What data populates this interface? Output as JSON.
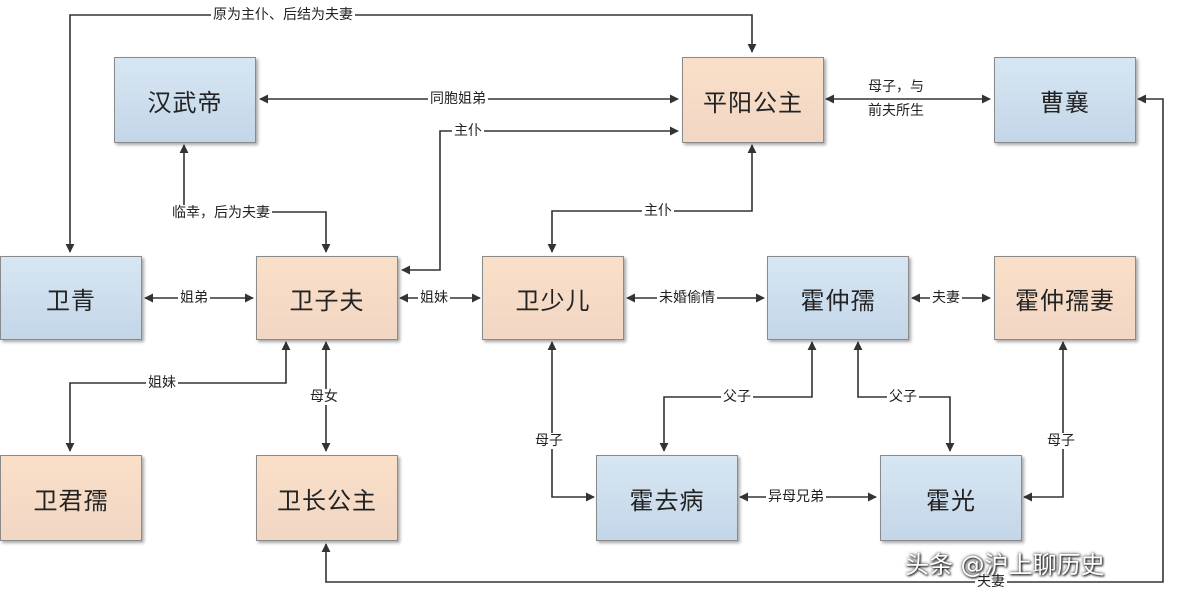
{
  "nodes": {
    "hanwudi": "汉武帝",
    "pingyang": "平阳公主",
    "caoxiang": "曹襄",
    "weiqing": "卫青",
    "weizifu": "卫子夫",
    "weishaoer": "卫少儿",
    "huozhongru": "霍仲孺",
    "huozhongru_wife": "霍仲孺妻",
    "weijunru": "卫君孺",
    "weichang": "卫长公主",
    "huoqubing": "霍去病",
    "huoguang": "霍光"
  },
  "edges": {
    "weiqing_pingyang": "原为主仆、后结为夫妻",
    "hanwudi_pingyang": "同胞姐弟",
    "pingyang_caoxiang_line1": "母子，与",
    "pingyang_caoxiang_line2": "前夫所生",
    "pingyang_weizifu": "主仆",
    "hanwudi_weizifu": "临幸，后为夫妻",
    "pingyang_weishaoer": "主仆",
    "weiqing_weizifu": "姐弟",
    "weizifu_weishaoer": "姐妹",
    "weishaoer_huozhongru": "未婚偷情",
    "huozhongru_wife": "夫妻",
    "weizifu_weijunru": "姐妹",
    "weizifu_weichang": "母女",
    "huozhongru_huoqubing": "父子",
    "huozhongru_huoguang": "父子",
    "weishaoer_huoqubing": "母子",
    "wife_huoguang": "母子",
    "huoqubing_huoguang": "异母兄弟",
    "weichang_caoxiang": "夫妻"
  },
  "watermark": "头条 @沪上聊历史"
}
